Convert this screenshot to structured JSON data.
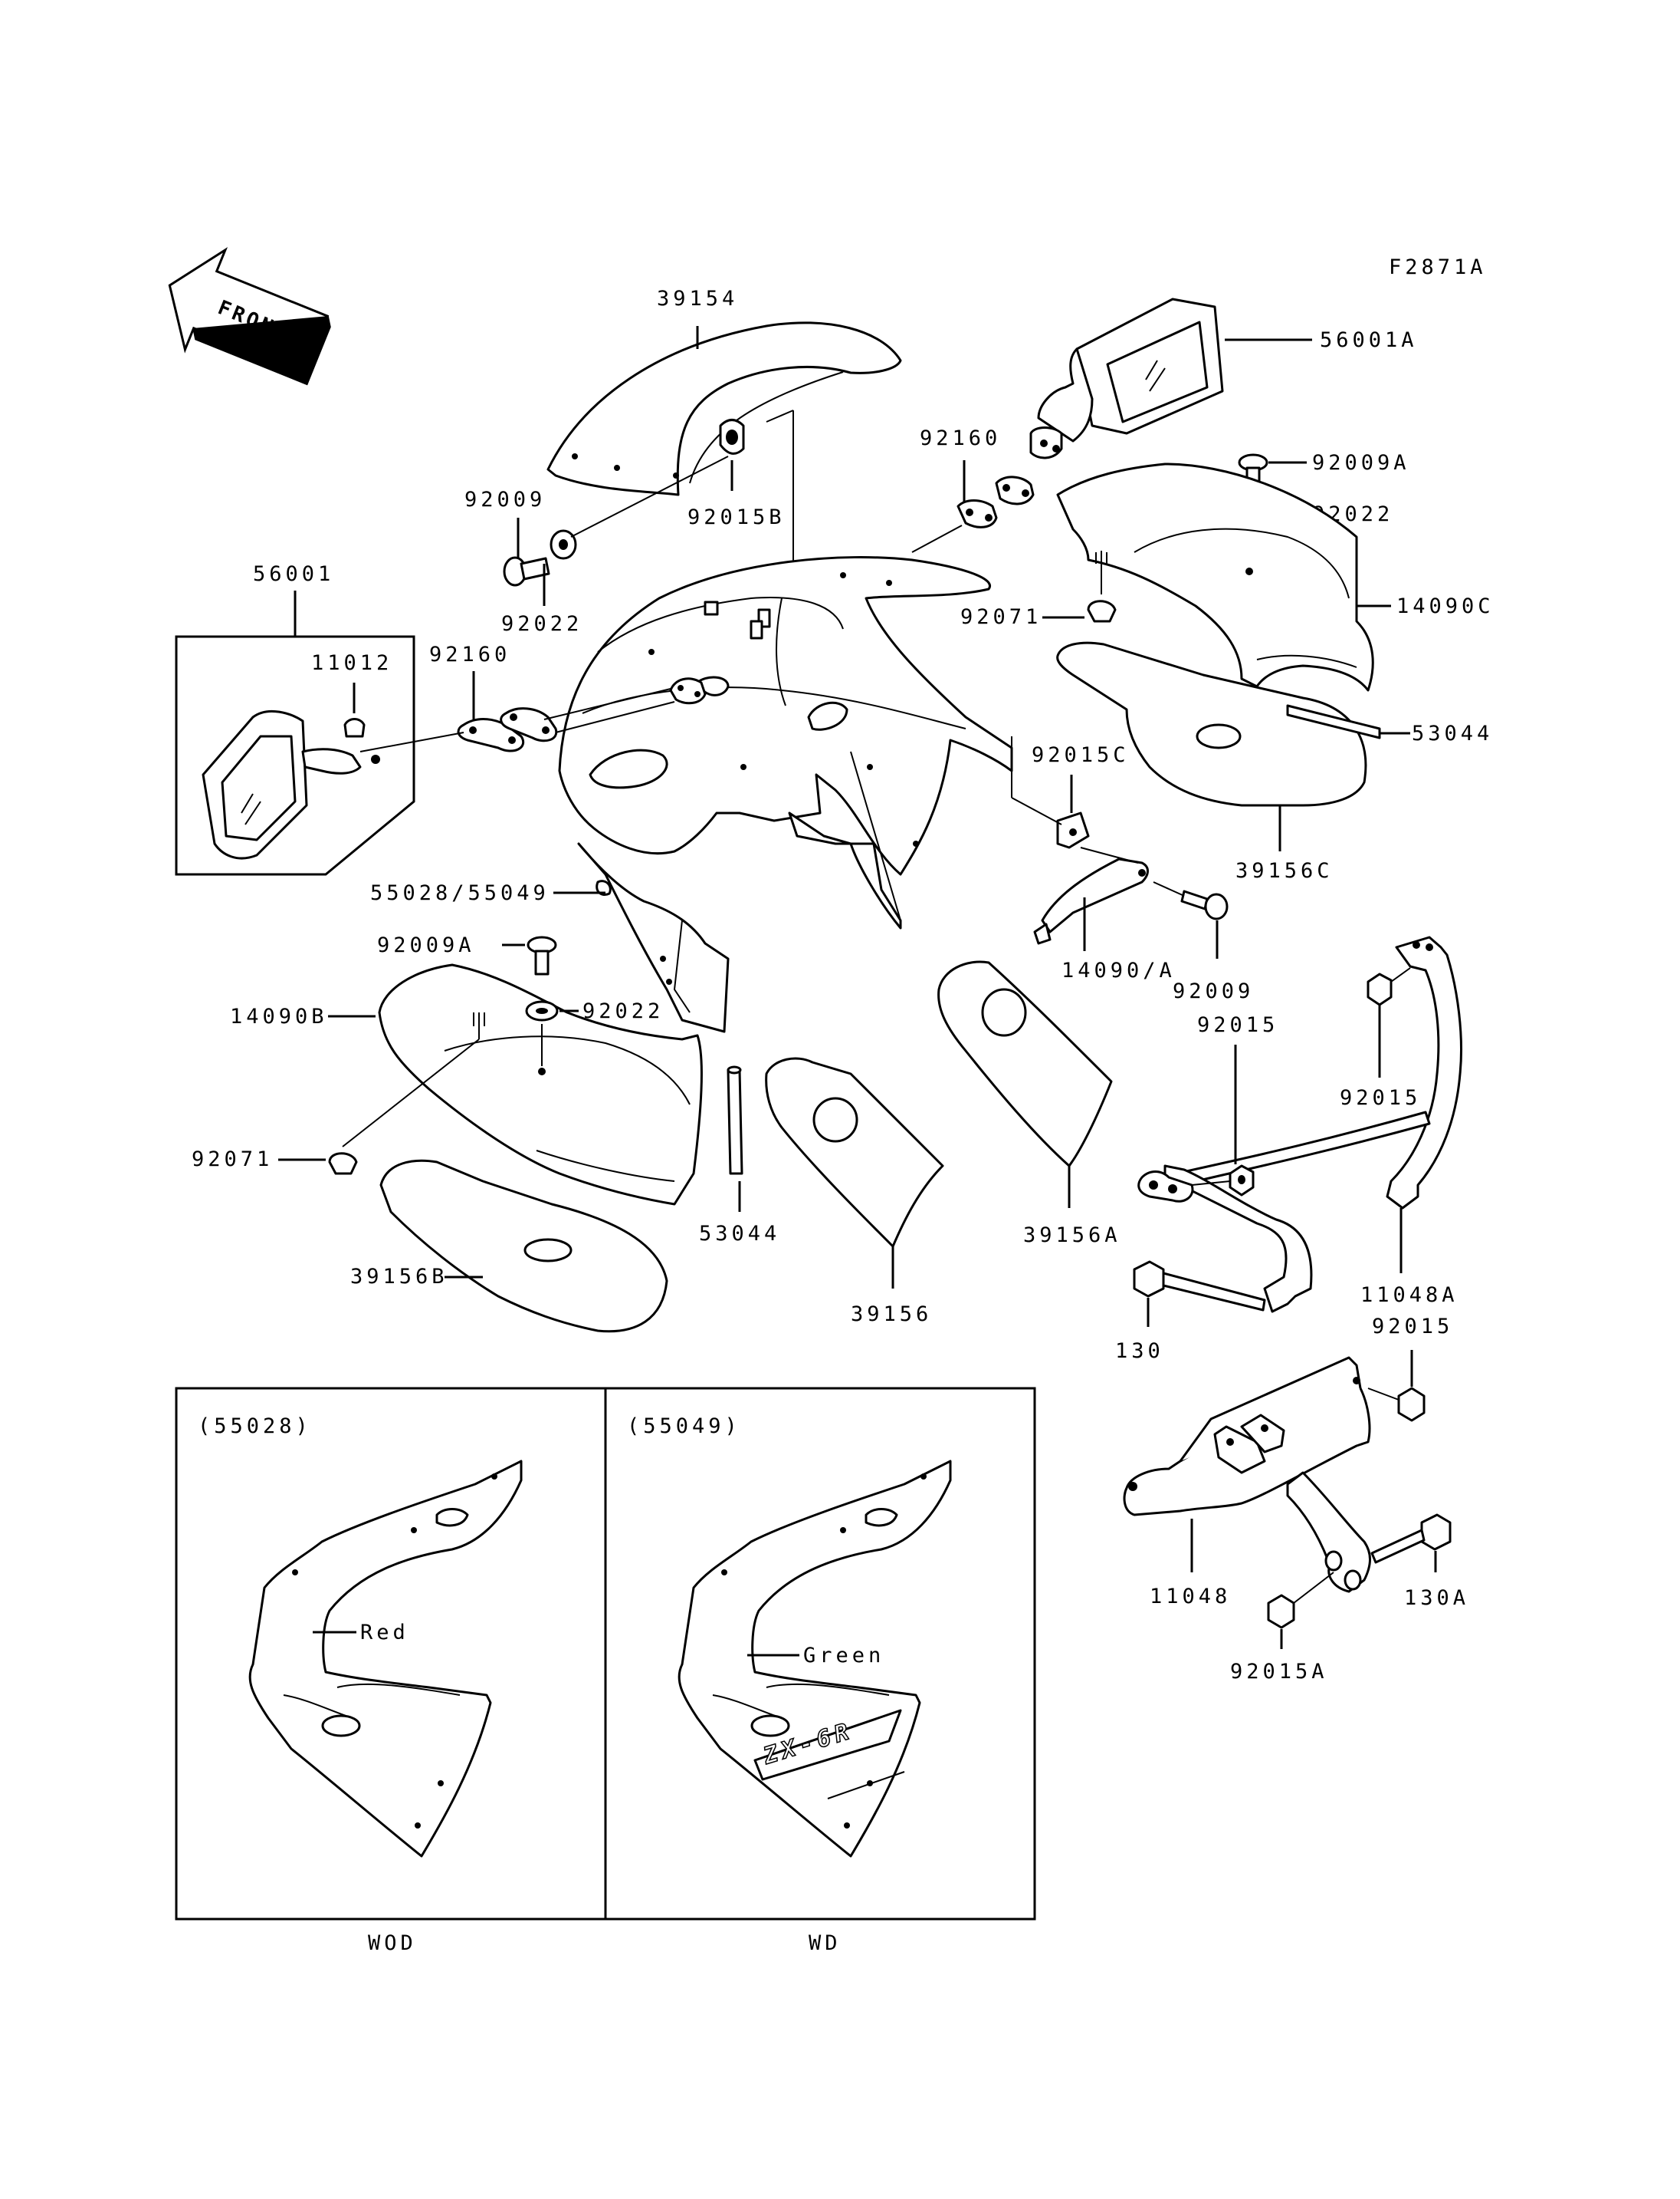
{
  "figure_code": "F2871A",
  "front_label": "FRONT",
  "labels": {
    "p39154": "39154",
    "p56001A": "56001A",
    "p92160_top": "92160",
    "p92009A_top": "92009A",
    "p92022_top_right": "92022",
    "p14090C": "14090C",
    "p92071_top": "92071",
    "p53044_right": "53044",
    "p92015C": "92015C",
    "p39156C": "39156C",
    "p92009_top_left": "92009",
    "p92015B": "92015B",
    "p92022_top_left": "92022",
    "p56001": "56001",
    "p11012": "11012",
    "p92160_left": "92160",
    "p55028_55049": "55028/55049",
    "p92009A_bottom": "92009A",
    "p92022_bottom": "92022",
    "p14090B": "14090B",
    "p92071_bottom": "92071",
    "p53044_center": "53044",
    "p39156B": "39156B",
    "p39156": "39156",
    "p39156A": "39156A",
    "p14090A": "14090/A",
    "p92009_center": "92009",
    "p92015_center": "92015",
    "p92015_right": "92015",
    "p11048A": "11048A",
    "p130": "130",
    "p92015_lower": "92015",
    "p11048": "11048",
    "p130A": "130A",
    "p92015A": "92015A"
  },
  "variants": [
    {
      "code": "(55028)",
      "color": "Red",
      "caption": "WOD"
    },
    {
      "code": "(55049)",
      "color": "Green",
      "caption": "WD"
    }
  ],
  "decal_text": "ZX-6R"
}
